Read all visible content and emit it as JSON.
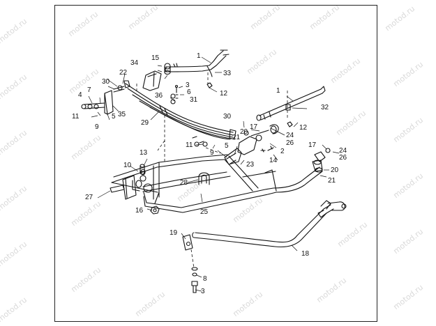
{
  "diagram": {
    "watermark": "motod.ru",
    "callouts": [
      "1",
      "1",
      "2",
      "3",
      "3",
      "4",
      "5",
      "5",
      "6",
      "7",
      "8",
      "9",
      "9",
      "10",
      "11",
      "11",
      "12",
      "12",
      "13",
      "14",
      "15",
      "16",
      "17",
      "17",
      "18",
      "19",
      "20",
      "20",
      "21",
      "21",
      "22",
      "23",
      "24",
      "24",
      "25",
      "26",
      "26",
      "27",
      "28",
      "29",
      "30",
      "30",
      "31",
      "32",
      "33",
      "34",
      "35",
      "36"
    ]
  }
}
